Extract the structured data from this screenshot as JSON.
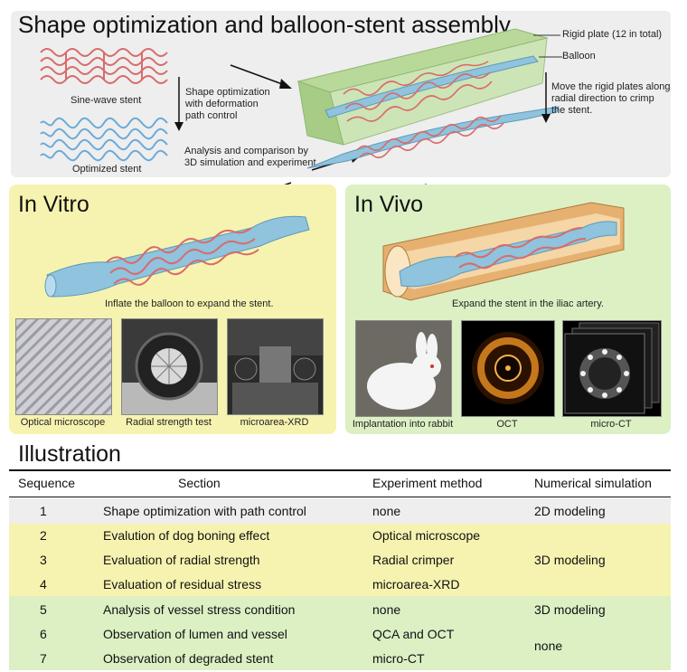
{
  "title": "Shape optimization and balloon-stent assembly",
  "top": {
    "sine_wave_label": "Sine-wave stent",
    "optimized_label": "Optimized stent",
    "shape_opt_label": [
      "Shape optimization",
      "with deformation",
      "path control"
    ],
    "analysis_label": [
      "Analysis and comparison by",
      "3D simulation and experiment"
    ],
    "rigid_plate_label": "Rigid plate (12 in total)",
    "balloon_label": "Balloon",
    "move_plates_label": [
      "Move the rigid plates along",
      "radial direction to crimp",
      "the stent."
    ]
  },
  "vitro": {
    "title": "In Vitro",
    "caption": "Inflate the balloon to expand the stent.",
    "photos": [
      {
        "label": "Optical microscope"
      },
      {
        "label": "Radial strength test"
      },
      {
        "label": "microarea-XRD"
      }
    ]
  },
  "vivo": {
    "title": "In Vivo",
    "caption": "Expand the stent in the iliac artery.",
    "photos": [
      {
        "label": "Implantation into rabbit"
      },
      {
        "label": "OCT"
      },
      {
        "label": "micro-CT"
      }
    ]
  },
  "illustration": {
    "title": "Illustration",
    "headers": [
      "Sequence",
      "Section",
      "Experiment method",
      "Numerical simulation"
    ],
    "rows": [
      {
        "seq": "1",
        "section": "Shape optimization with path control",
        "method": "none",
        "sim": "2D modeling"
      },
      {
        "seq": "2",
        "section": "Evalution of dog boning effect",
        "method": "Optical microscope",
        "sim": ""
      },
      {
        "seq": "3",
        "section": "Evaluation of radial strength",
        "method": "Radial crimper",
        "sim": "3D modeling"
      },
      {
        "seq": "4",
        "section": "Evaluation of residual stress",
        "method": "microarea-XRD",
        "sim": ""
      },
      {
        "seq": "5",
        "section": "Analysis of vessel stress condition",
        "method": "none",
        "sim": "3D modeling"
      },
      {
        "seq": "6",
        "section": "Observation of lumen and vessel",
        "method": "QCA and OCT",
        "sim": ""
      },
      {
        "seq": "7",
        "section": "Observation of degraded stent",
        "method": "micro-CT",
        "sim": "none"
      }
    ]
  },
  "colors": {
    "top_bg": "#eeeeee",
    "vitro_bg": "#f6f3b0",
    "vivo_bg": "#dcf0c4",
    "stent_red": "#d96b6b",
    "stent_blue": "#6aaad8",
    "balloon": "#8fc3de",
    "plate_green": "#b9d99a"
  }
}
